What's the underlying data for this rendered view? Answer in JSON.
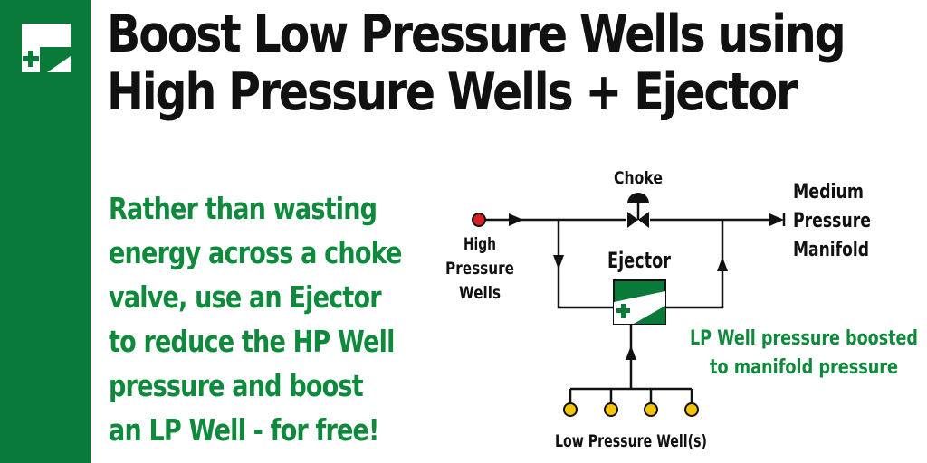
{
  "colors": {
    "brand_green": "#0a7a3a",
    "text_green": "#0f8a3c",
    "hp_well": "#d81f26",
    "lp_well": "#f5c400"
  },
  "logo": {
    "icon": "company-logo-icon"
  },
  "title": {
    "line1": "Boost Low Pressure Wells using",
    "line2": "High Pressure Wells + Ejector"
  },
  "blurb": {
    "lines": [
      "Rather than wasting",
      "energy across a choke",
      "valve, use an Ejector",
      "to reduce the HP Well",
      "pressure and boost",
      "an LP Well - for free!"
    ]
  },
  "diagram": {
    "choke_label": "Choke",
    "hp_label": [
      "High",
      "Pressure",
      "Wells"
    ],
    "manifold_label": [
      "Medium",
      "Pressure",
      "Manifold"
    ],
    "ejector_label": "Ejector",
    "boost_label": [
      "LP Well pressure boosted",
      "to manifold pressure"
    ],
    "lp_label": "Low Pressure Well(s)"
  }
}
